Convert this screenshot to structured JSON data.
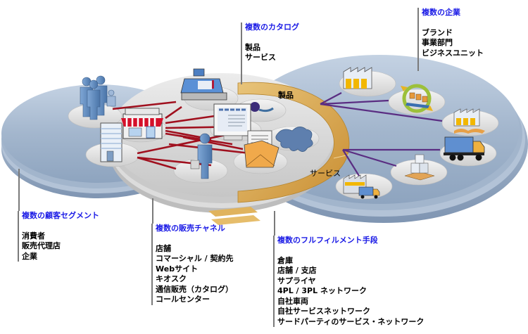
{
  "diagram": {
    "ring_labels": {
      "products": "製品",
      "services": "サービス"
    },
    "callouts": {
      "catalog": {
        "title": "複数のカタログ",
        "items": [
          "製品",
          "サービス"
        ]
      },
      "enterprise": {
        "title": "複数の企業",
        "items": [
          "ブランド",
          "事業部門",
          "ビジネスユニット"
        ]
      },
      "customer_segments": {
        "title": "複数の顧客セグメント",
        "items": [
          "消費者",
          "販売代理店",
          "企業"
        ]
      },
      "sales_channels": {
        "title": "複数の販売チャネル",
        "items": [
          "店舗",
          "コマーシャル / 契約先",
          "Webサイト",
          "キオスク",
          "通信販売（カタログ）",
          "コールセンター"
        ]
      },
      "fulfillment": {
        "title": "複数のフルフィルメント手段",
        "items": [
          "倉庫",
          "店舗 / 支店",
          "サプライヤ",
          "4PL / 3PL ネットワーク",
          "自社車両",
          "自社サービスネットワーク",
          "サードパーティのサービス・ネットワーク"
        ]
      }
    },
    "icons": {
      "customers": [
        "people-group-icon",
        "storefront-icon",
        "office-building-icon"
      ],
      "channels": [
        "cash-register-icon",
        "headset-icon",
        "web-monitor-icon",
        "network-blob-icon",
        "salesperson-icon",
        "mail-envelope-icon"
      ],
      "fulfillment": [
        "warehouse-icon",
        "cycle-conveyor-icon",
        "distribution-warehouse-icon",
        "delivery-truck-icon",
        "pallet-boxes-icon",
        "warehouse-truck-icon"
      ]
    },
    "colors": {
      "title_blue": "#1a1ae6",
      "link_red": "#a0101e",
      "link_purple": "#5a2d82",
      "ring_gold": "#d9a84a",
      "disc_blue": "#9fb3cc",
      "disc_gray": "#d8d8d8"
    }
  }
}
